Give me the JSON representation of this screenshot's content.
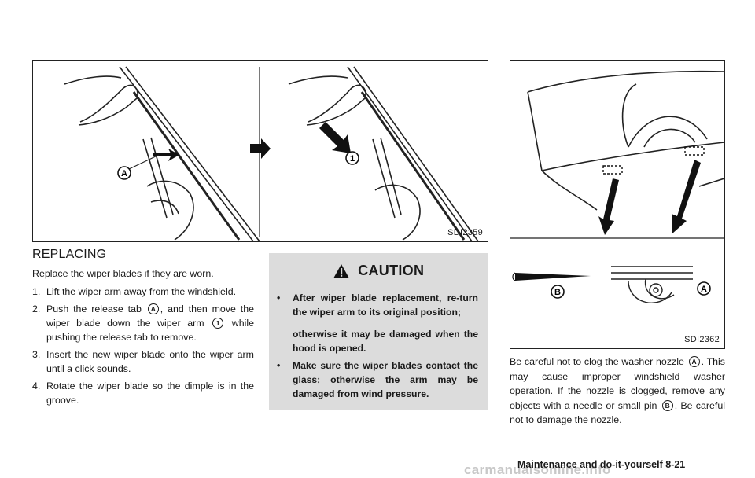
{
  "figure1": {
    "code": "SDI2359",
    "labels": {
      "a": "A",
      "one": "1"
    },
    "icons": [
      "hand-icon",
      "wiper-arm-icon",
      "arrow-icon"
    ]
  },
  "figure2": {
    "code": "SDI2362",
    "labels": {
      "a": "A",
      "b": "B"
    },
    "icons": [
      "washer-nozzle-icon",
      "pin-icon",
      "arrow-icon"
    ]
  },
  "section": {
    "title": "REPLACING",
    "intro": "Replace the wiper blades if they are worn.",
    "steps": [
      {
        "num": "1.",
        "text": "Lift the wiper arm away from the windshield."
      },
      {
        "num": "2.",
        "pre": "Push the release tab",
        "ref_a": "A",
        "mid": ", and then move the wiper blade down the wiper arm",
        "ref_1": "1",
        "post": "while pushing the release tab to remove."
      },
      {
        "num": "3.",
        "text": "Insert the new wiper blade onto the wiper arm until a click sounds."
      },
      {
        "num": "4.",
        "text": "Rotate the wiper blade so the dimple is in the groove."
      }
    ]
  },
  "caution": {
    "title": "CAUTION",
    "icon": "warning-triangle-icon",
    "bullet": "•",
    "items": [
      {
        "text": "After wiper blade replacement, re-turn the wiper arm to its original position;",
        "sub": "otherwise it may be damaged when the hood is opened."
      },
      {
        "text": "Make sure the wiper blades contact the glass; otherwise the arm may be damaged from wind pressure."
      }
    ]
  },
  "nozzle": {
    "pre": "Be careful not to clog the washer nozzle",
    "ref_a": "A",
    "mid": ". This may cause improper windshield washer operation. If the nozzle is clogged, remove any objects with a needle or small pin",
    "ref_b": "B",
    "post": ". Be careful not to damage the nozzle."
  },
  "footer": {
    "text": "Maintenance and do-it-yourself   8-21"
  },
  "watermark": "carmanualsonline.info",
  "colors": {
    "caution_bg": "#dcdcdc",
    "ink": "#1a1a1a"
  }
}
